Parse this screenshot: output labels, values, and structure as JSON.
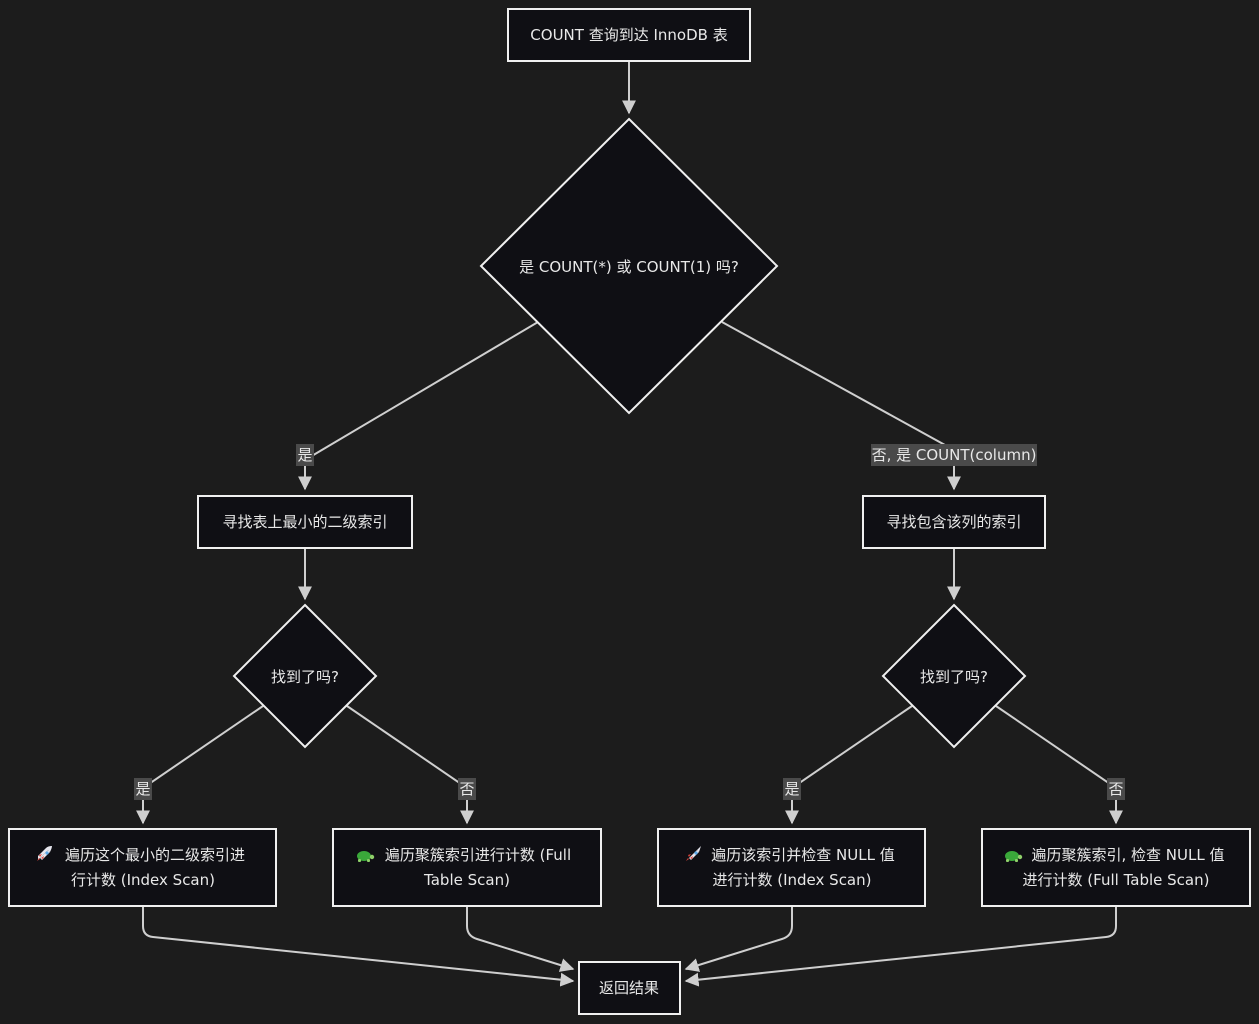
{
  "diagram": {
    "nodes": {
      "start": {
        "text": "COUNT 查询到达 InnoDB 表"
      },
      "decision_main": {
        "text": "是 COUNT(*) 或 COUNT(1) 吗?"
      },
      "find_secondary": {
        "text": "寻找表上最小的二级索引"
      },
      "find_column_index": {
        "text": "寻找包含该列的索引"
      },
      "found_left": {
        "text": "找到了吗?"
      },
      "found_right": {
        "text": "找到了吗?"
      },
      "scan_secondary": {
        "line1": "遍历这个最小的二级索引进",
        "line2": "行计数 (Index Scan)",
        "icon": "rocket-icon"
      },
      "scan_clustered_left": {
        "line1": "遍历聚簇索引进行计数 (Full",
        "line2": "Table Scan)",
        "icon": "turtle-icon"
      },
      "scan_index_null": {
        "line1": "遍历该索引并检查 NULL 值",
        "line2": "进行计数 (Index Scan)",
        "icon": "rocket-icon"
      },
      "scan_clustered_right": {
        "line1": "遍历聚簇索引, 检查 NULL 值",
        "line2": "进行计数 (Full Table Scan)",
        "icon": "turtle-icon"
      },
      "result": {
        "text": "返回结果"
      }
    },
    "edge_labels": {
      "main_yes": "是",
      "main_no": "否, 是 COUNT(column)",
      "left_yes": "是",
      "left_no": "否",
      "right_yes": "是",
      "right_no": "否"
    }
  }
}
